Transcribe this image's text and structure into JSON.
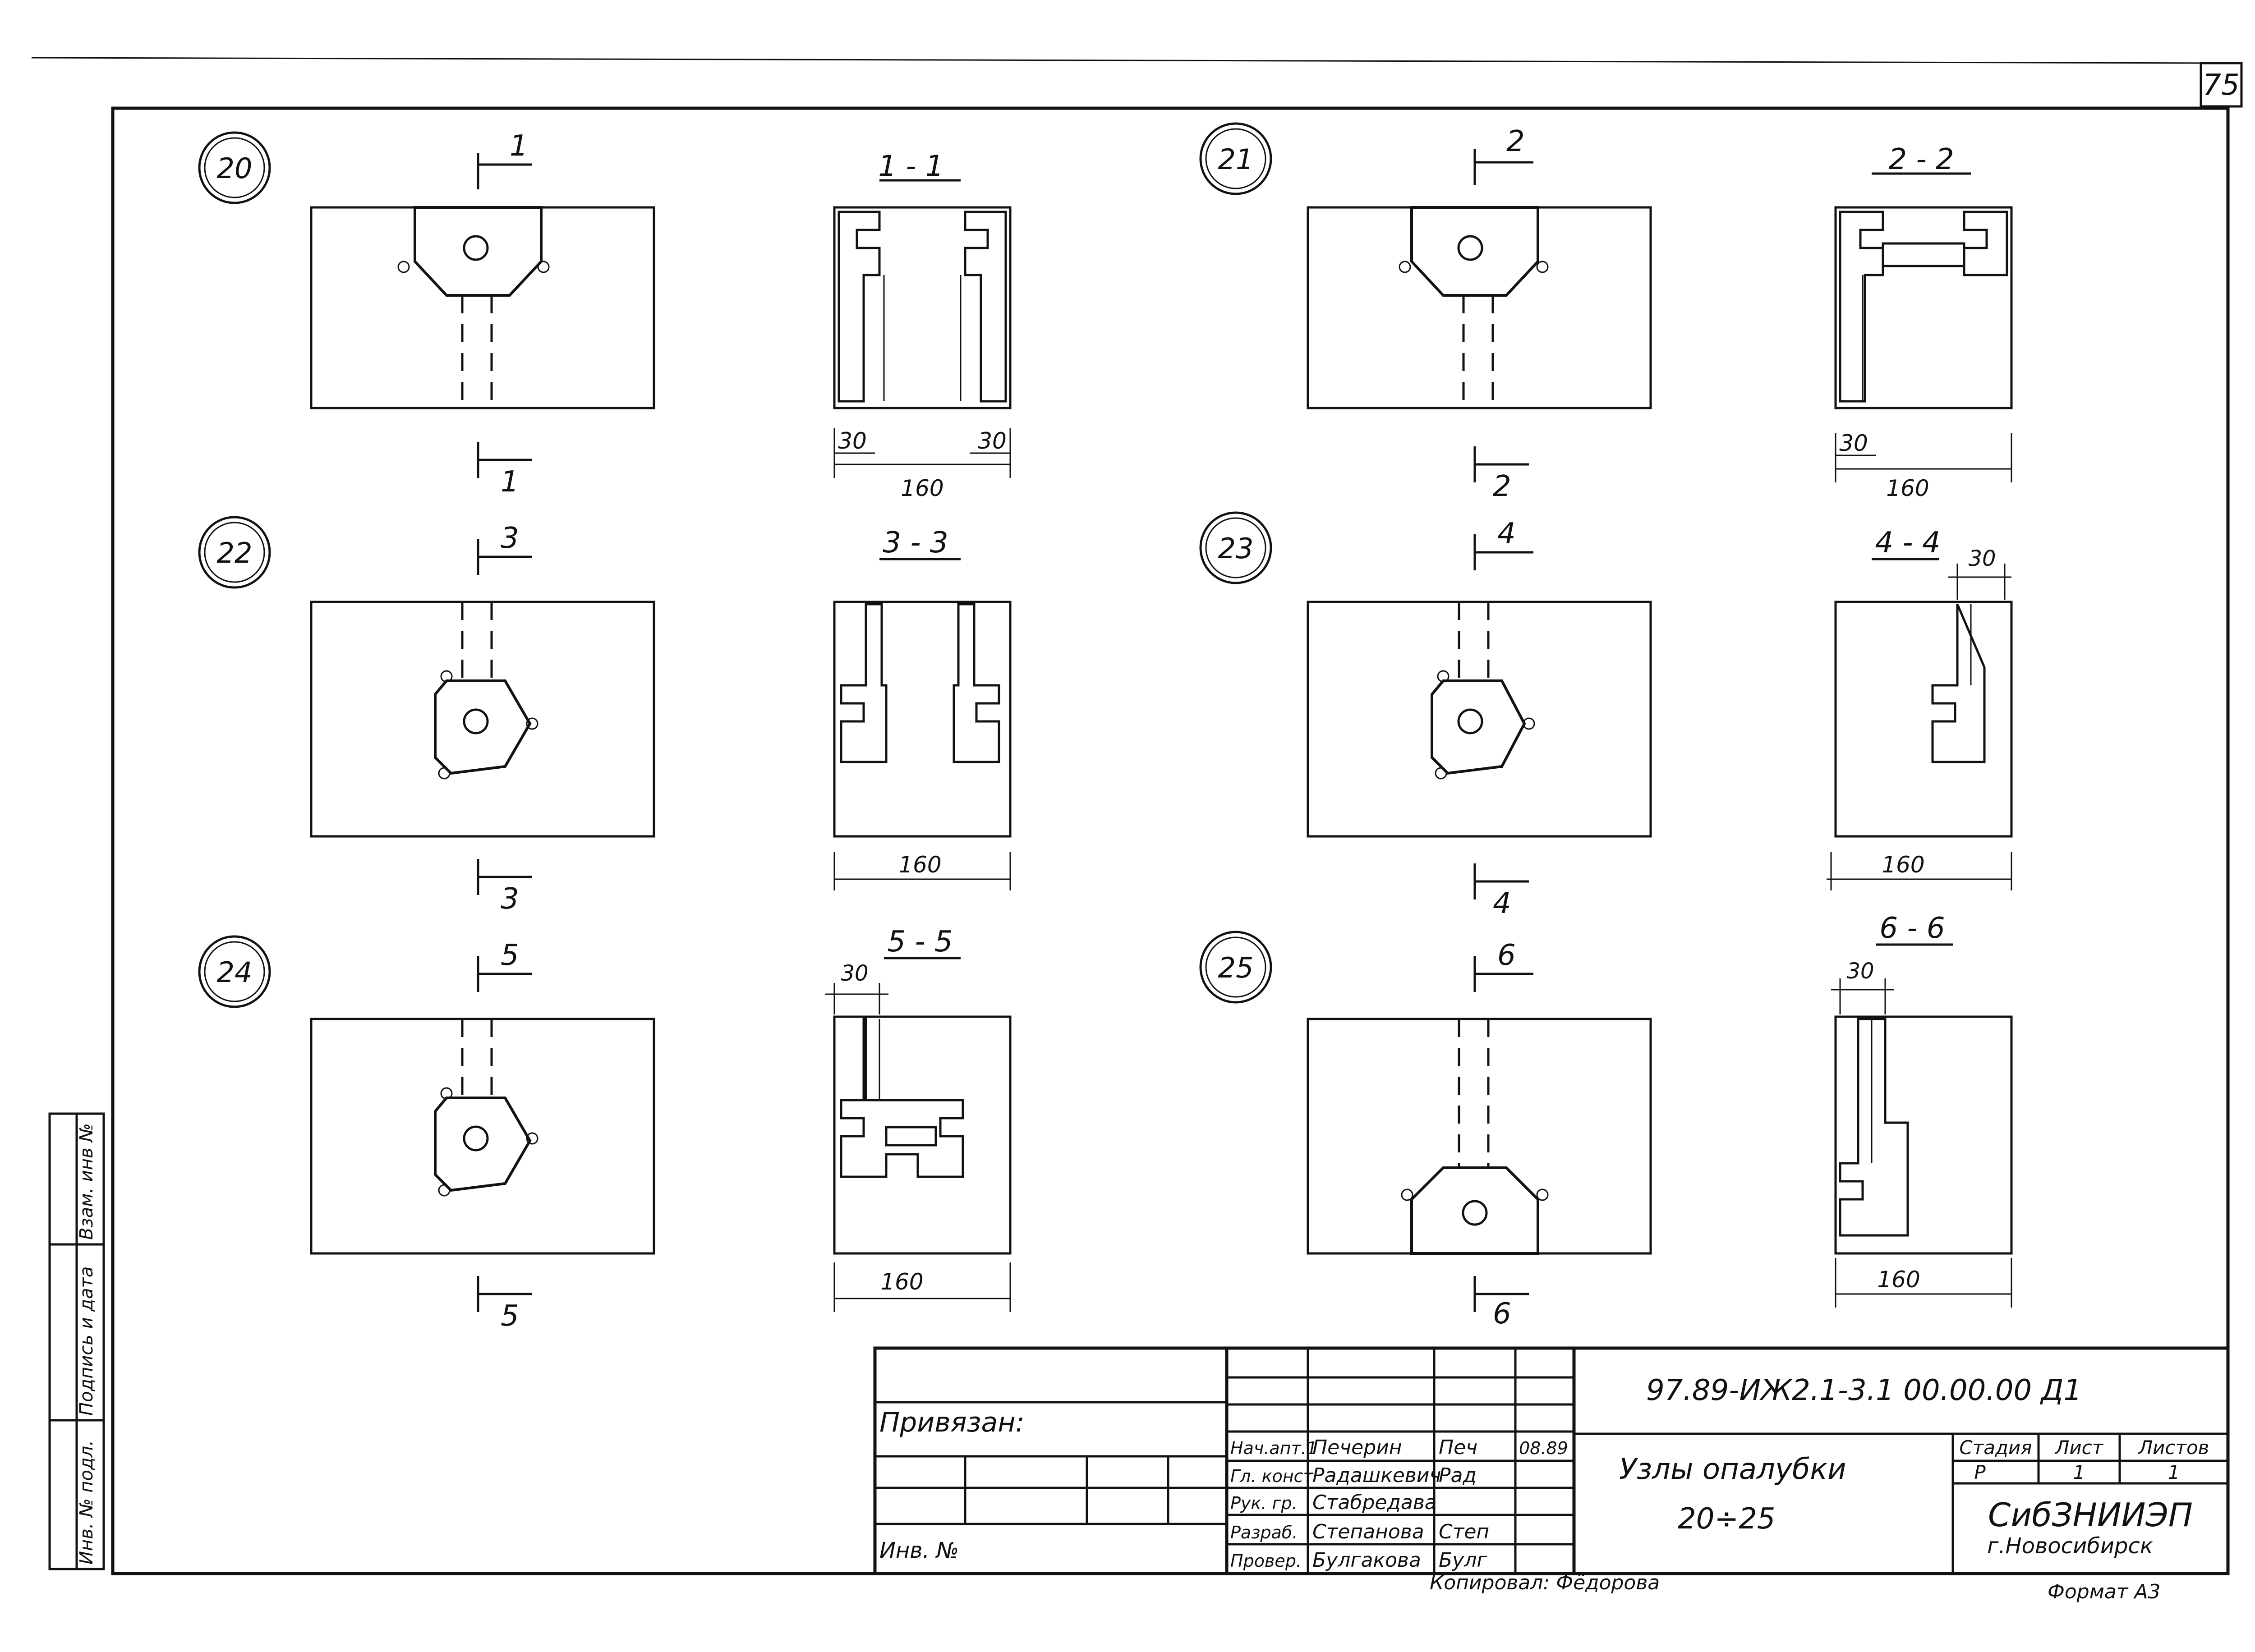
{
  "sheet_number": "75",
  "nodes": [
    {
      "id": "20",
      "cut": "1",
      "section": "1 - 1",
      "dims": [
        "30",
        "30",
        "160"
      ]
    },
    {
      "id": "21",
      "cut": "2",
      "section": "2 - 2",
      "dims": [
        "30",
        "160"
      ]
    },
    {
      "id": "22",
      "cut": "3",
      "section": "3 - 3",
      "dims": [
        "160"
      ]
    },
    {
      "id": "23",
      "cut": "4",
      "section": "4 - 4",
      "dims": [
        "30",
        "160"
      ]
    },
    {
      "id": "24",
      "cut": "5",
      "section": "5 - 5",
      "dims": [
        "30",
        "160"
      ]
    },
    {
      "id": "25",
      "cut": "6",
      "section": "6 - 6",
      "dims": [
        "30",
        "160"
      ]
    }
  ],
  "side_stamp": {
    "inv_podl": "Инв. № подл.",
    "podpis_data": "Подпись и дата",
    "vzam_inv": "Взам. инв №"
  },
  "title_block": {
    "privyazan": "Привязан:",
    "inv_no": "Инв. №",
    "signatures": [
      {
        "role": "Нач.апт.1",
        "name": "Печерин",
        "sign": "Печ",
        "date": "08.89"
      },
      {
        "role": "Гл. конст",
        "name": "Радашкевич",
        "sign": "Рад",
        "date": ""
      },
      {
        "role": "Рук. гр.",
        "name": "Стабредава",
        "sign": "",
        "date": ""
      },
      {
        "role": "Разраб.",
        "name": "Степанова",
        "sign": "Степ",
        "date": ""
      },
      {
        "role": "Провер.",
        "name": "Булгакова",
        "sign": "Булг",
        "date": ""
      }
    ],
    "doc_code": "97.89-ИЖ2.1-3.1    00.00.00  Д1",
    "title_line1": "Узлы   опалубки",
    "title_line2": "20÷25",
    "stage_label": "Стадия",
    "sheet_label": "Лист",
    "sheets_label": "Листов",
    "stage": "Р",
    "sheet": "1",
    "sheets": "1",
    "org_name": "СибЗНИИЭП",
    "org_city": "г.Новосибирск",
    "copied": "Копировал: Фёдорова",
    "format": "Формат А3"
  }
}
